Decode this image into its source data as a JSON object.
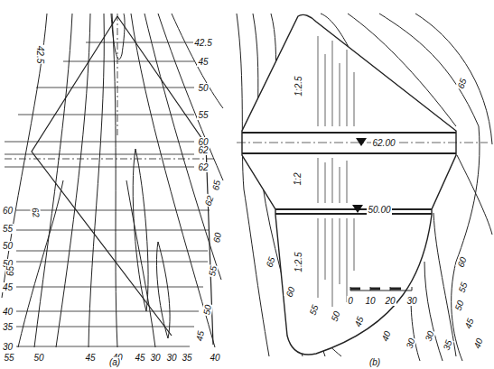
{
  "diagram": {
    "labels": [
      "42.5",
      "45",
      "50",
      "55",
      "60",
      "62",
      "62",
      "42.5",
      "62",
      "62",
      "65",
      "60",
      "55",
      "50",
      "50",
      "45",
      "40",
      "35",
      "30",
      "65",
      "60",
      "55",
      "50",
      "45",
      "55",
      "50",
      "45",
      "40",
      "45",
      "30",
      "30",
      "35",
      "40",
      "(a)",
      "1:2.5",
      "62.00",
      "1:2",
      "50.00",
      "1:2.5",
      "65",
      "65",
      "60",
      "55",
      "50",
      "45",
      "40",
      "30",
      "30",
      "35",
      "40",
      "60",
      "55",
      "50",
      "45",
      "0",
      "10",
      "20",
      "30",
      "(b)"
    ]
  }
}
